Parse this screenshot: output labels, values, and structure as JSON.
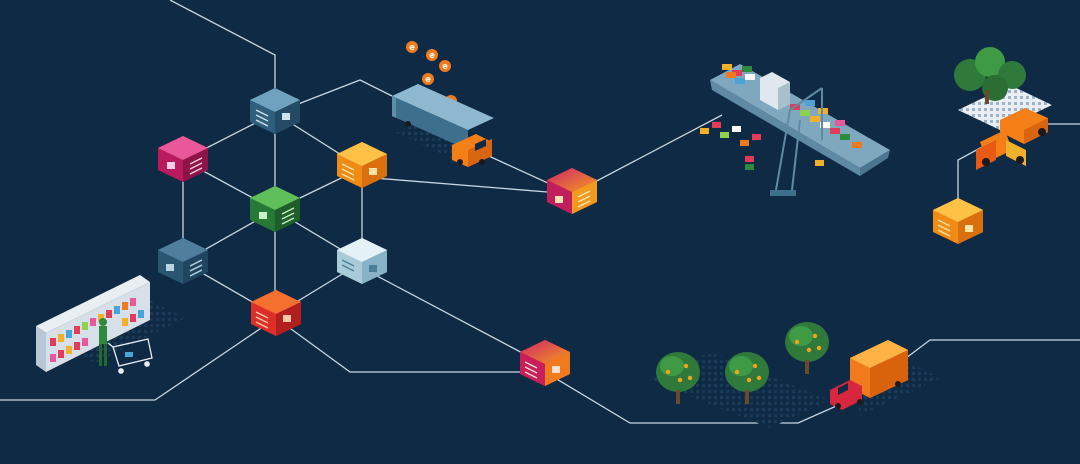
{
  "colors": {
    "background": "#0f2a44",
    "link_line": "#c8d6e2",
    "block_orange": "#f59a1b",
    "block_magenta": "#c91f6b",
    "block_red": "#e53a2f",
    "block_green": "#2e8b3d",
    "block_steel": "#3e6f8c",
    "block_ice": "#cfe3ec",
    "truck_cab": "#f57f17",
    "tree_green": "#2f7a3a",
    "orange_fruit": "#f6a21c"
  },
  "diagram": {
    "nodes": [
      {
        "id": "block-top-steel",
        "color": "steel",
        "icon": "lock-icon"
      },
      {
        "id": "block-magenta",
        "color": "magenta",
        "icon": "lock-icon"
      },
      {
        "id": "block-orange-upper",
        "color": "orange",
        "icon": "lock-icon"
      },
      {
        "id": "block-green-center",
        "color": "green",
        "icon": "lock-icon"
      },
      {
        "id": "block-steel-left",
        "color": "steel",
        "icon": "lock-icon"
      },
      {
        "id": "block-ice",
        "color": "ice",
        "icon": "lock-icon"
      },
      {
        "id": "block-red",
        "color": "red",
        "icon": "lock-icon"
      },
      {
        "id": "block-truck-link",
        "color": "magenta-orange",
        "icon": "lock-icon"
      },
      {
        "id": "block-bottom-link",
        "color": "magenta-orange",
        "icon": "lock-icon"
      },
      {
        "id": "block-far-right",
        "color": "orange",
        "icon": "lock-icon"
      }
    ],
    "scenes": [
      {
        "id": "supermarket-shelf",
        "icon": "store-shelf-icon"
      },
      {
        "id": "delivery-truck",
        "icon": "truck-icon"
      },
      {
        "id": "coins",
        "icon": "coin-icon"
      },
      {
        "id": "container-ship",
        "icon": "ship-icon"
      },
      {
        "id": "crane",
        "icon": "crane-icon"
      },
      {
        "id": "tree-farm",
        "icon": "tree-icon"
      },
      {
        "id": "forklift",
        "icon": "forklift-icon"
      },
      {
        "id": "orange-groves",
        "icon": "orange-tree-icon"
      },
      {
        "id": "orange-truck",
        "icon": "truck-icon"
      }
    ]
  }
}
